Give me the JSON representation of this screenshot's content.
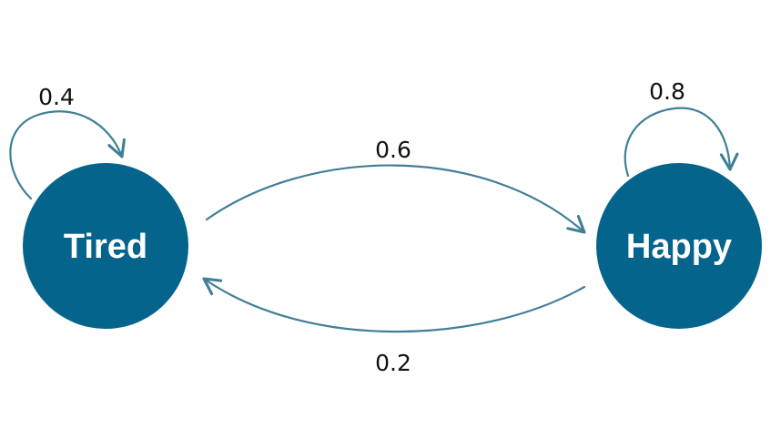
{
  "diagram": {
    "type": "state-transition-diagram",
    "states": [
      {
        "id": "tired",
        "label": "Tired"
      },
      {
        "id": "happy",
        "label": "Happy"
      }
    ],
    "transitions": [
      {
        "from": "tired",
        "to": "tired",
        "label": "0.4"
      },
      {
        "from": "tired",
        "to": "happy",
        "label": "0.6"
      },
      {
        "from": "happy",
        "to": "tired",
        "label": "0.2"
      },
      {
        "from": "happy",
        "to": "happy",
        "label": "0.8"
      }
    ],
    "colors": {
      "node_fill": "#05648C",
      "edge": "#3F7F97",
      "node_text": "#FFFFFF",
      "label_text": "#111111"
    }
  }
}
